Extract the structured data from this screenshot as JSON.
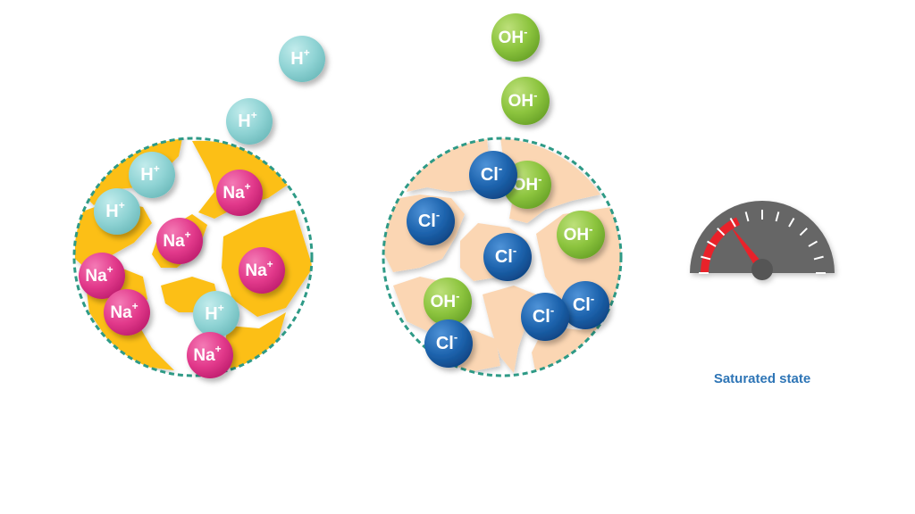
{
  "cation_exchanger": {
    "ions": {
      "h_plus": "H",
      "na_plus": "Na",
      "charge": "+"
    }
  },
  "anion_exchanger": {
    "ions": {
      "oh_minus": "OH",
      "cl_minus": "Cl",
      "charge": "-"
    }
  },
  "gauge": {
    "label": "Saturated state",
    "level": 0.3
  },
  "colors": {
    "cation_bead": "#fcbf14",
    "anion_bead": "#fbd6b3",
    "bead_border": "#2e9a86",
    "h_ion": "#8fd3d4",
    "na_ion": "#e2398b",
    "oh_ion": "#8cc43e",
    "cl_ion": "#1d63ad",
    "label": "#2e75b6",
    "gauge_body": "#666666",
    "gauge_red": "#e8232a"
  }
}
